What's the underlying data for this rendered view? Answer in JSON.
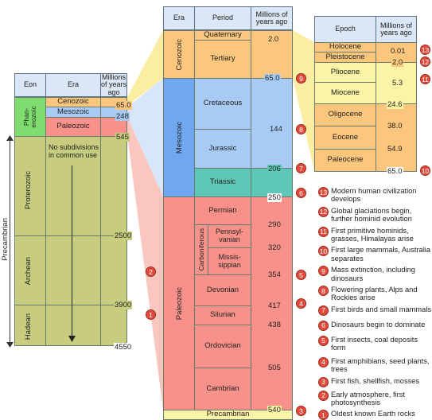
{
  "left_table": {
    "headers": {
      "eon": "Eon",
      "era": "Era",
      "myr": "Millions of years ago"
    },
    "eon_phanerozoic": "Phan-erozoic",
    "eras": [
      "Cenozoic",
      "Mesozoic",
      "Paleozoic"
    ],
    "values": [
      "65.0",
      "248",
      "545",
      "2500",
      "3900",
      "4550"
    ],
    "precambrian_label": "Precambrian",
    "eons_precambrian": [
      "Proterozoic",
      "Archean",
      "Hadean"
    ],
    "note": "No subdivisions in common use"
  },
  "middle_table": {
    "headers": {
      "era": "Era",
      "period": "Period",
      "myr": "Millions of years ago"
    },
    "eras": [
      "Cenozoic",
      "Mesozoic",
      "Paleozoic"
    ],
    "periods": [
      "Quaternary",
      "Tertiary",
      "Cretaceous",
      "Jurassic",
      "Triassic",
      "Permian",
      "Pennsyl-vanian",
      "Missis-sippian",
      "Devonian",
      "Silurian",
      "Ordovician",
      "Cambrian",
      "Precambrian"
    ],
    "carboniferous": "Carboniferous",
    "values": [
      "2.0",
      "65.0",
      "144",
      "206",
      "250",
      "290",
      "320",
      "354",
      "417",
      "438",
      "505",
      "540"
    ]
  },
  "right_table": {
    "headers": {
      "epoch": "Epoch",
      "myr": "Millions of years ago"
    },
    "epochs": [
      "Holocene",
      "Pleistocene",
      "Pliocene",
      "Miocene",
      "Oligocene",
      "Eocene",
      "Paleocene"
    ],
    "values": [
      "0.01",
      "2.0",
      "5.3",
      "24.6",
      "38.0",
      "54.9",
      "65.0"
    ]
  },
  "badges": [
    "13",
    "12",
    "11",
    "10",
    "9",
    "8",
    "7",
    "6",
    "5",
    "4",
    "3",
    "2",
    "1"
  ],
  "legend": [
    {
      "n": "13",
      "text": "Modern human civilization develops"
    },
    {
      "n": "12",
      "text": "Global glaciations begin, further hominid evolution"
    },
    {
      "n": "11",
      "text": "First primitive hominids, grasses, Himalayas arise"
    },
    {
      "n": "10",
      "text": "First large mammals, Australia separates"
    },
    {
      "n": "9",
      "text": "Mass extinction, including dinosaurs"
    },
    {
      "n": "8",
      "text": "Flowering plants, Alps and Rockies arise"
    },
    {
      "n": "7",
      "text": "First birds and small mammals"
    },
    {
      "n": "6",
      "text": "Dinosaurs begin to dominate"
    },
    {
      "n": "5",
      "text": "First insects, coal deposits form"
    },
    {
      "n": "4",
      "text": "First amphibians, seed plants, trees"
    },
    {
      "n": "3",
      "text": "First fish, shellfish, mosses"
    },
    {
      "n": "2",
      "text": "Early atmosphere, first photosynthesis"
    },
    {
      "n": "1",
      "text": "Oldest known Earth rocks"
    }
  ],
  "colors": {
    "cenozoic": "#fcc77d",
    "mesozoic": "#6fa8f0",
    "paleozoic": "#f7918a",
    "phanerozoic": "#7fdc6e",
    "precambrian": "#c7cc7e",
    "badge": "#e24b3b"
  }
}
